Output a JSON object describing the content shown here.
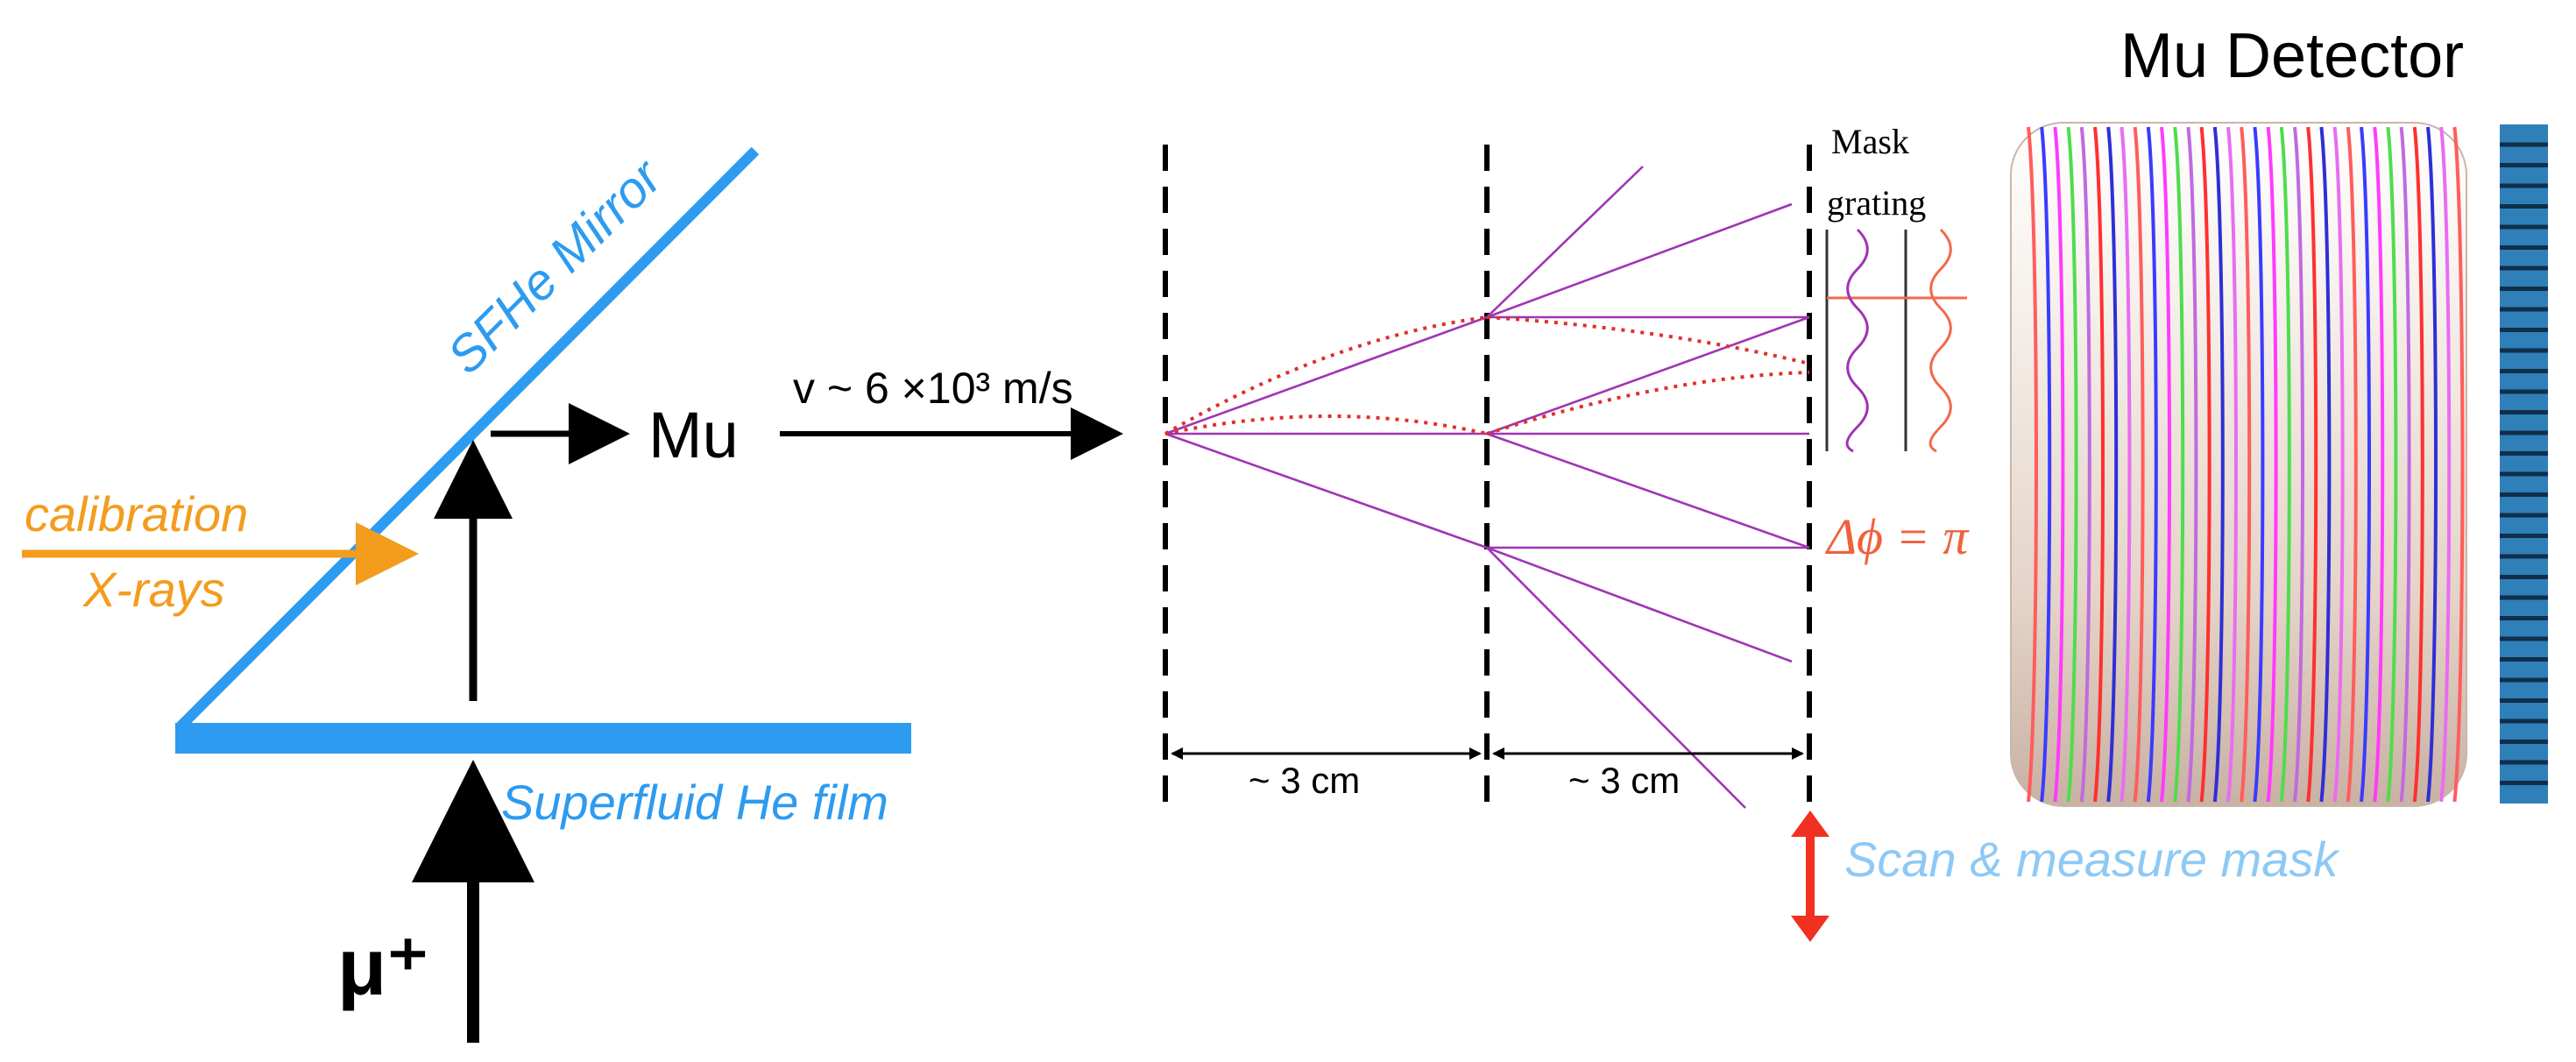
{
  "labels": {
    "mu_detector": "Mu Detector",
    "mirror": "SFHe Mirror",
    "calibration_line1": "calibration",
    "calibration_line2": "X-rays",
    "muonium": "Mu",
    "velocity": "v ~ 6 ×10³ m/s",
    "mask_line1": "Mask",
    "mask_line2": "grating",
    "phase_shift": "Δϕ = π",
    "spacing1": "~ 3 cm",
    "spacing2": "~ 3 cm",
    "film": "Superfluid He film",
    "muon": "μ⁺",
    "scan": "Scan & measure mask"
  },
  "colors": {
    "film_blue": "#2d9bf0",
    "xray_orange": "#f39c1d",
    "path_purple": "#a034b4",
    "dotted_red": "#e0302a",
    "phase_red": "#f0603c",
    "scan_blue": "#8ec9f5",
    "scan_arrow_red": "#f03020",
    "detector_blue": "#2f7fb8"
  },
  "detector": {
    "ring_colors": [
      "#ff5d5d",
      "#3b3bff",
      "#ff3bff",
      "#4fdc4f",
      "#c06ae0",
      "#ff3030",
      "#2f2fd6",
      "#e86df2"
    ]
  },
  "icons": {
    "scan_arrow": "double-vertical-arrow-icon",
    "beam_arrow": "right-arrow-icon",
    "muon_arrow": "up-arrow-icon"
  }
}
